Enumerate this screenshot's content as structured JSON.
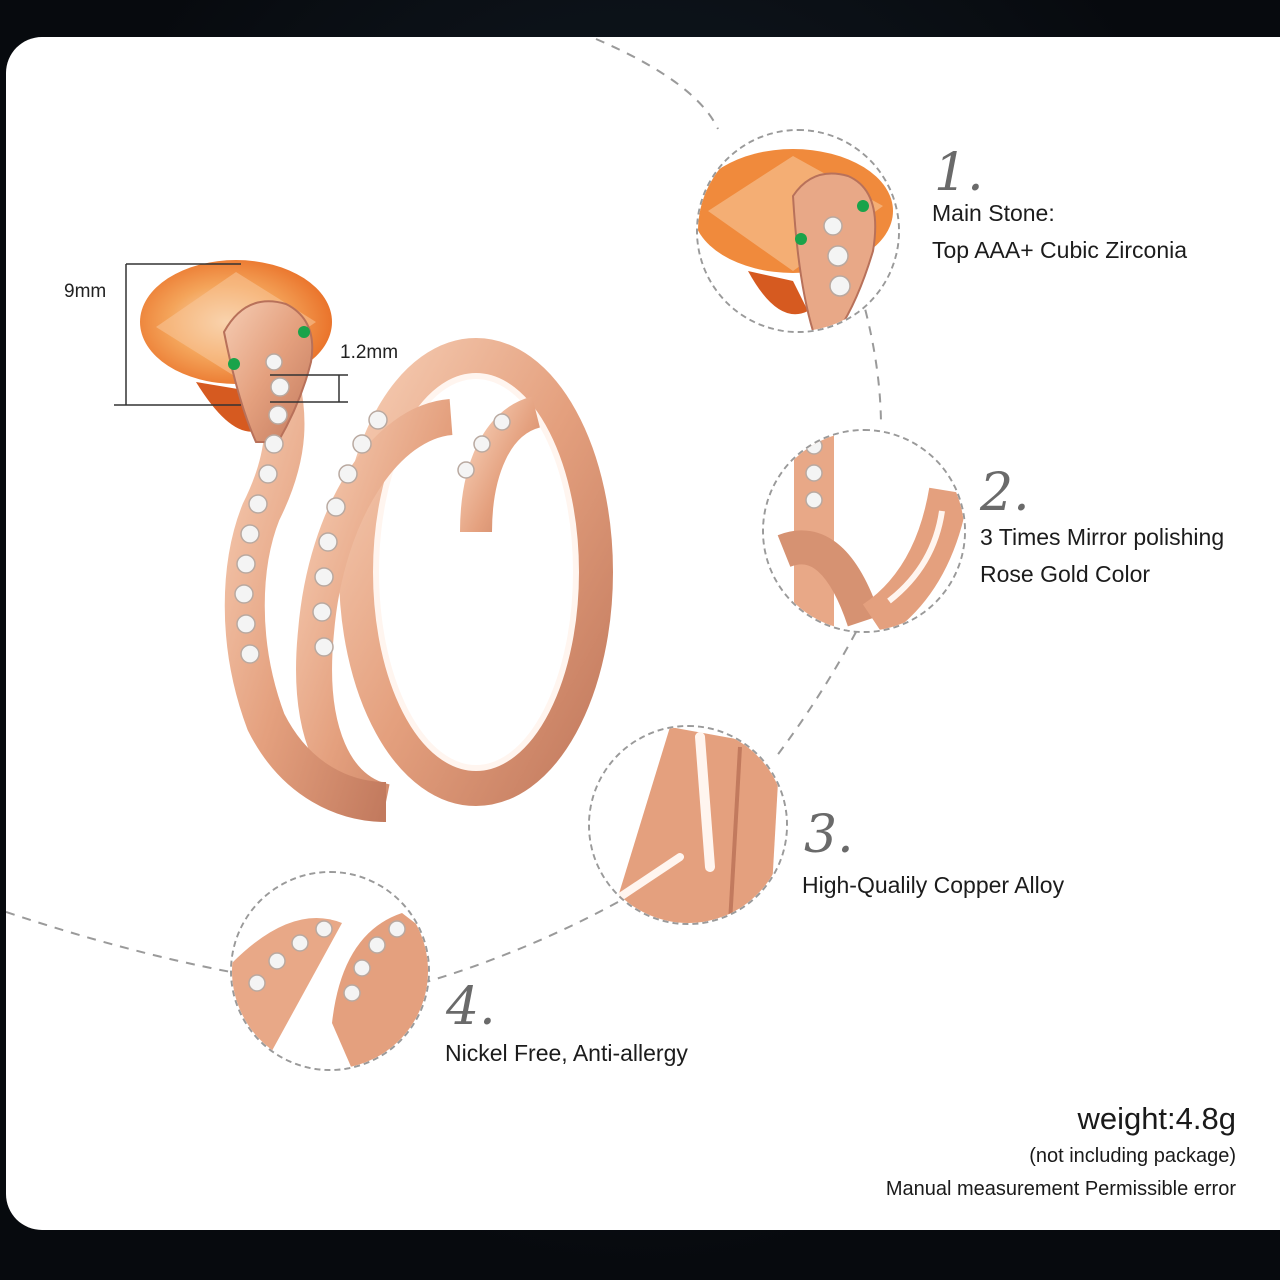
{
  "dimensions": {
    "stone_height": "9mm",
    "band_width": "1.2mm"
  },
  "features": [
    {
      "number": "1.",
      "lines": [
        "Main Stone:",
        "Top AAA+ Cubic Zirconia"
      ]
    },
    {
      "number": "2.",
      "lines": [
        "3 Times Mirror polishing",
        "Rose Gold Color"
      ]
    },
    {
      "number": "3.",
      "lines": [
        "High-Qualily Copper Alloy"
      ]
    },
    {
      "number": "4.",
      "lines": [
        "Nickel Free, Anti-allergy"
      ]
    }
  ],
  "weight": {
    "main": "weight:4.8g",
    "note": "(not including package)",
    "disclaimer": "Manual measurement Permissible error"
  },
  "colors": {
    "rose_gold": "#e8a887",
    "rose_gold_dark": "#b8715a",
    "stone_orange": "#f08a3c",
    "stone_light": "#f7c79a",
    "emerald_eye": "#1aa34a",
    "dash": "#9a9a9a"
  },
  "icons": [
    "ring-illustration",
    "stone-closeup",
    "polish-closeup",
    "band-closeup",
    "tip-closeup"
  ]
}
